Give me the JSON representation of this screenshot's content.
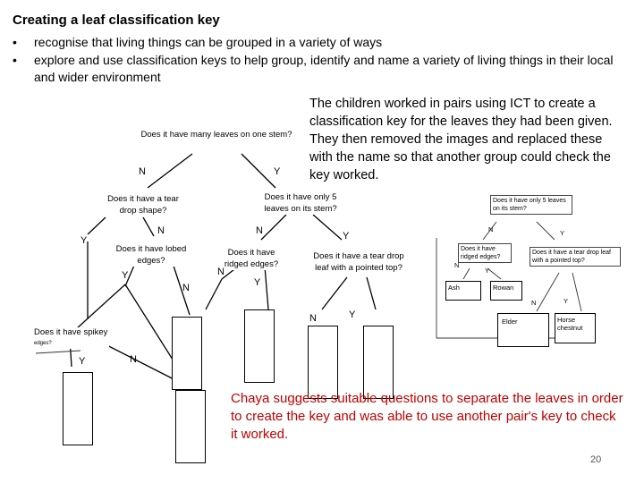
{
  "title": "Creating a leaf classification key",
  "bullets": [
    "recognise that living things can be grouped in a variety of ways",
    "explore and use classification keys to help group, identify and name a variety of living things in their local and wider environment"
  ],
  "bullet_symbol": "•",
  "description": "The children worked in pairs using ICT to create a classification key for the leaves they had been given. They then removed the images and replaced these with the name so that another group could check the key worked.",
  "caption": "Chaya suggests suitable questions to separate the leaves in order to create the key and was able to use another pair's key to check it worked.",
  "page_number": "20",
  "caption_color": "#c00000",
  "key": {
    "q_many_leaves": "Does it have many leaves on one stem?",
    "q_tear_drop": "Does it have a tear drop shape?",
    "q_only5": "Does it have only 5 leaves on its stem?",
    "q_lobed": "Does it have lobed edges?",
    "q_ridged": "Does it have ridged edges?",
    "q_tear_pointed": "Does it have a tear drop leaf with a pointed top?",
    "q_spikey_line1": "Does it have spikey",
    "q_spikey_line2": "edges?",
    "yes": "Y",
    "no": "N"
  },
  "mini_key": {
    "q_only5": "Does it have only 5 leaves on its stem?",
    "q_ridged": "Does it have ridged edges?",
    "q_tear_pointed": "Does it have a tear drop leaf with a pointed top?",
    "ash": "Ash",
    "rowan": "Rowan",
    "elder": "Elder",
    "horse_chestnut": "Horse chestnut",
    "yes": "Y",
    "no": "N"
  }
}
